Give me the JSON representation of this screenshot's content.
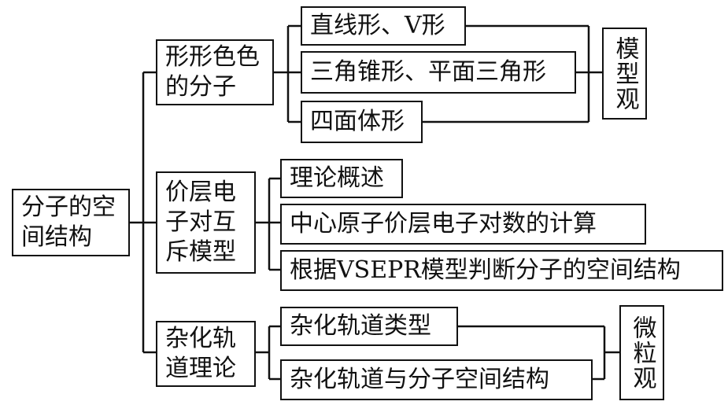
{
  "root": {
    "label": "分子的空\n间结构"
  },
  "categories": [
    {
      "label": "形形色色\n的分子",
      "items": [
        "直线形、V形",
        "三角锥形、平面三角形",
        "四面体形"
      ]
    },
    {
      "label": "价层电\n子对互\n斥模型",
      "items": [
        "理论概述",
        "中心原子价层电子对数的计算",
        "根据VSEPR模型判断分子的空间结构"
      ]
    },
    {
      "label": "杂化轨\n道理论",
      "items": [
        "杂化轨道类型",
        "杂化轨道与分子空间结构"
      ]
    }
  ],
  "views": {
    "model": "模型观",
    "micro": "微粒观"
  }
}
